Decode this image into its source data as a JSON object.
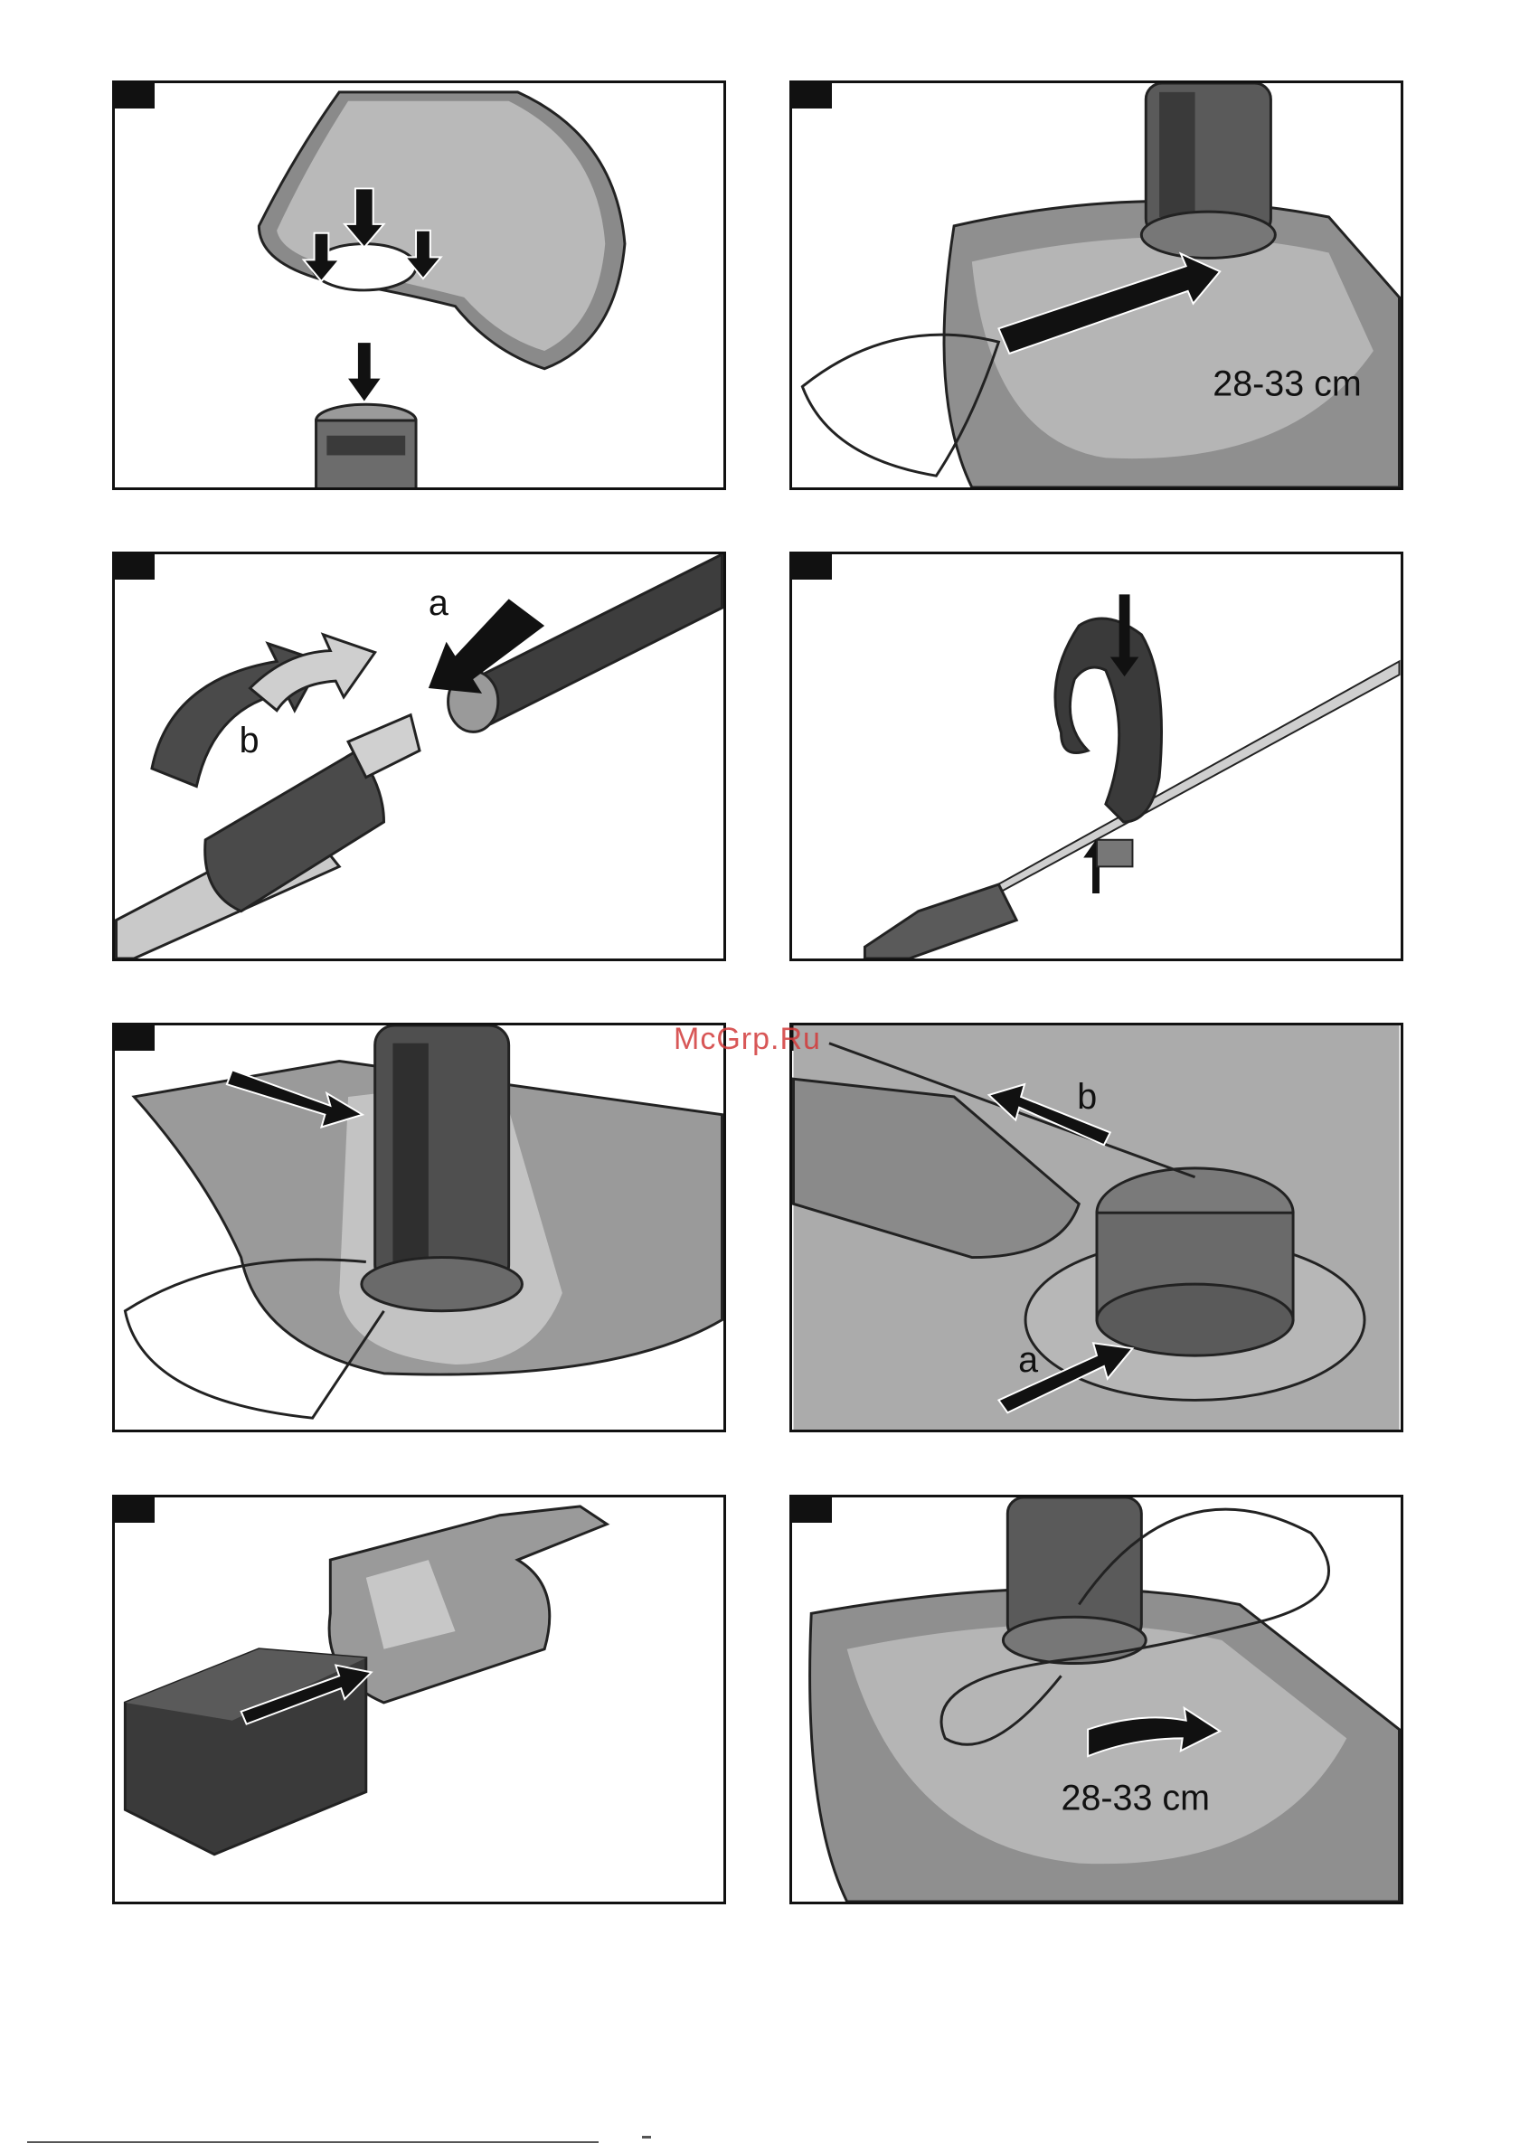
{
  "panels": [
    {
      "id": "p1",
      "labels": []
    },
    {
      "id": "p2",
      "labels": [],
      "spool_text": "28-33 cm"
    },
    {
      "id": "p3",
      "labels": [
        "a",
        "b"
      ]
    },
    {
      "id": "p4",
      "labels": []
    },
    {
      "id": "p5",
      "labels": []
    },
    {
      "id": "p6",
      "labels": [
        "b",
        "a"
      ]
    },
    {
      "id": "p7",
      "labels": []
    },
    {
      "id": "p8",
      "labels": [],
      "spool_text": "28-33 cm"
    }
  ],
  "watermark": "McGrp.Ru",
  "colors": {
    "frame": "#111111",
    "shade_dark": "#3a3a3a",
    "shade_mid": "#8a8a8a",
    "shade_light": "#c4c4c4",
    "arrow": "#111111",
    "watermark": "#d23a3a"
  }
}
